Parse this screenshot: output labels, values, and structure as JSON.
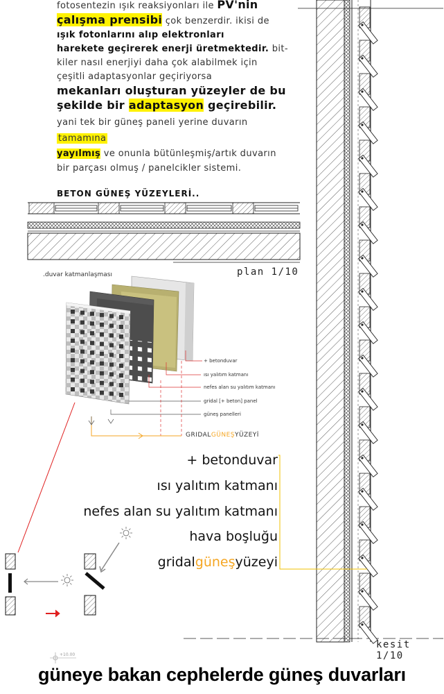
{
  "text": {
    "l1a": "fotosentezin ışık reaksiyonları ile ",
    "l1b": "PV'nin",
    "l2a": "çalışma prensibi",
    "l2b": " çok benzerdir. ikisi de",
    "l3": "ışık fotonlarını alıp elektronları",
    "l4a": "harekete geçirerek enerji üretmektedir.",
    "l4b": " bit-",
    "l5": "kiler nasıl enerjiyi daha çok alabilmek için",
    "l6": "çeşitli adaptasyonlar geçiriyorsa",
    "l7": "mekanları oluşturan yüzeyler de bu",
    "l8a": "şekilde bir ",
    "l8b": "adaptasyon",
    "l8c": " geçirebilir.",
    "l9": "yani tek bir güneş paneli yerine duvarın",
    "l10": "tamamına",
    "l11a": "yayılmış",
    "l11b": " ve onunla bütünleşmiş/artık duvarın",
    "l12": "bir parçası olmuş / panelcikler sistemi.",
    "heading": "BETON GÜNEŞ YÜZEYLERİ.."
  },
  "plan_label": "plan 1/10",
  "kesit_label": "kesit 1/10",
  "layers_title": ".duvar katmanlaşması",
  "small_labels": [
    "+ betonduvar",
    "ısı yalıtım katmanı",
    "nefes alan su yalıtım katmanı",
    "gridal [+ beton] panel",
    "güneş panelleri"
  ],
  "small_brand": {
    "a": "GRIDAL",
    "b": "GÜNEŞ",
    "c": "YÜZEYİ"
  },
  "legend": [
    "+ betonduvar",
    "ısı yalıtım katmanı",
    "nefes alan su yalıtım katmanı",
    "hava boşluğu"
  ],
  "legend_brand": {
    "a": "gridal",
    "b": "güneş",
    "c": "yüzeyi"
  },
  "elevation": "+10.00",
  "caption": "güneye bakan cephelerde güneş duvarları",
  "colors": {
    "highlight": "#fff200",
    "accent_orange": "#f5a623",
    "accent_yellow": "#f2c200",
    "arrow_red": "#e02020"
  }
}
